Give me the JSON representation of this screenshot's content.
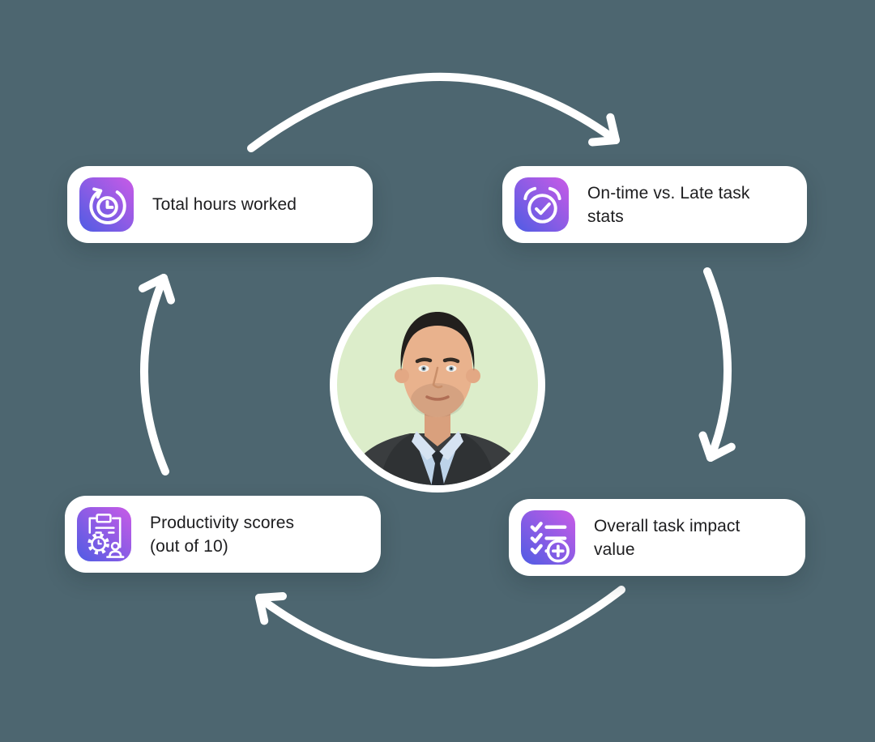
{
  "page": {
    "background_color": "#4d6670"
  },
  "cycle_diagram": {
    "flow_direction": "clockwise",
    "arrow_color": "#ffffff",
    "icon_gradient": {
      "from": "#4f5ce4",
      "to": "#c95be6"
    },
    "center_avatar": {
      "description": "Circular portrait photo of a professional man with dark swept-back hair wearing a dark suit, light blue shirt and dark tie",
      "background_color": "#dcedca",
      "ring_color": "#ffffff"
    },
    "cards": [
      {
        "position": "top-left",
        "icon": "history-clock-icon",
        "label": "Total hours worked",
        "label_lines": [
          "Total hours worked"
        ]
      },
      {
        "position": "top-right",
        "icon": "alarm-check-icon",
        "label": "On-time vs. Late task stats",
        "label_lines": [
          "On-time vs. Late task",
          "stats"
        ]
      },
      {
        "position": "bottom-left",
        "icon": "productivity-gear-icon",
        "label": "Productivity scores (out of 10)",
        "label_lines": [
          "Productivity scores",
          "(out of 10)"
        ]
      },
      {
        "position": "bottom-right",
        "icon": "checklist-plus-icon",
        "label": "Overall task impact value",
        "label_lines": [
          "Overall task impact",
          "value"
        ]
      }
    ]
  }
}
